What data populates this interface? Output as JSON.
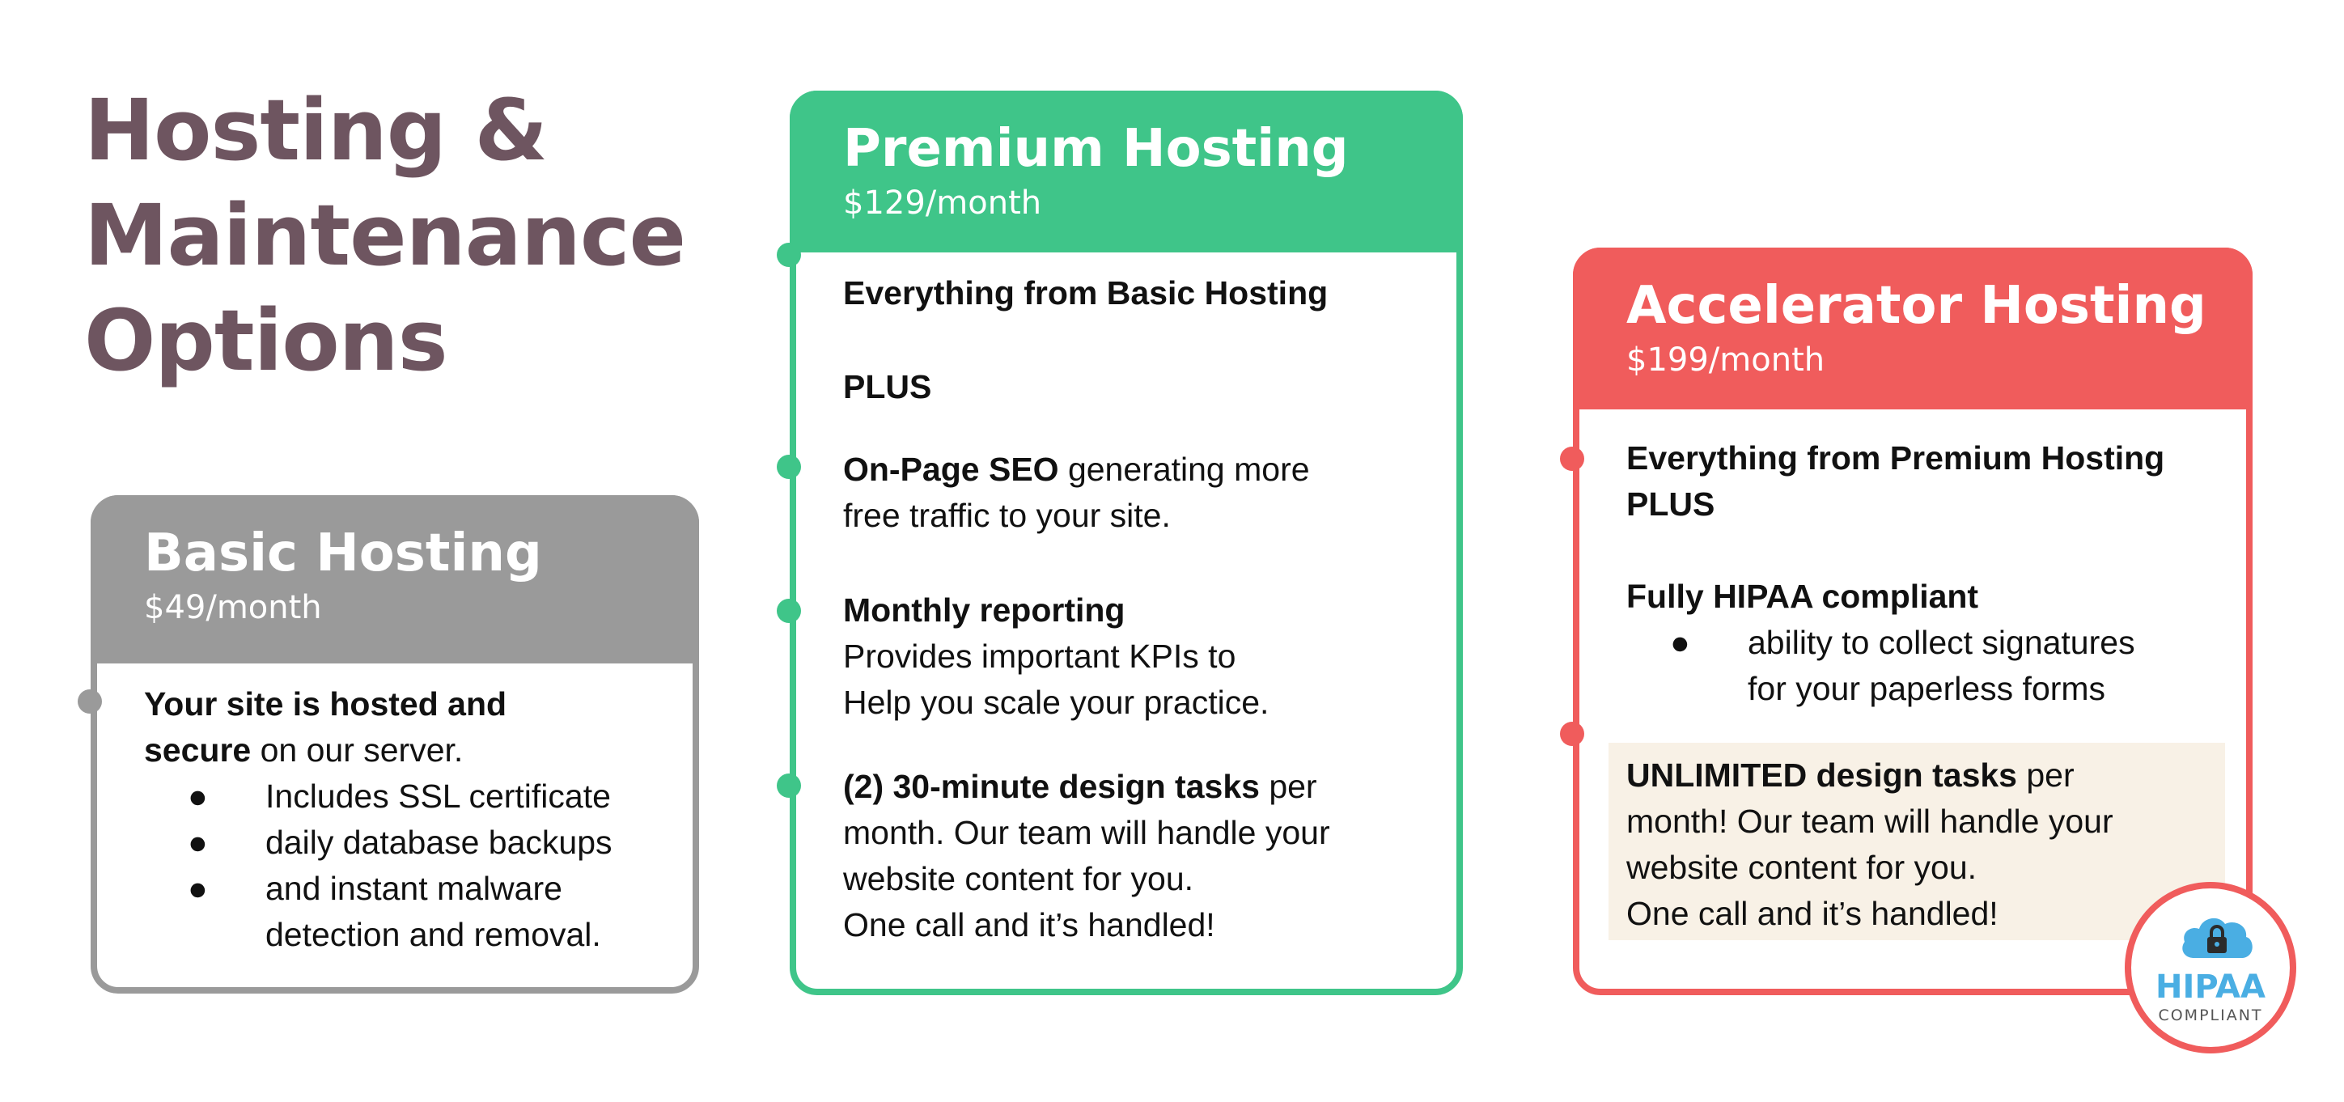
{
  "title": [
    "Hosting &",
    "Maintenance",
    "Options"
  ],
  "colors": {
    "title": "#6e5560",
    "basic": "#9a9a9a",
    "premium": "#3fc589",
    "accelerator": "#f05c5c",
    "note_bg": "#f8f1e6",
    "badge_text": "#4aaee3"
  },
  "basic": {
    "name": "Basic Hosting",
    "price": "$49/month",
    "line1_bold": "Your site is hosted and",
    "line2_bold": "secure",
    "line2_rest": " on our server.",
    "bullet": "●",
    "bullets": [
      "Includes SSL certificate",
      "daily database backups",
      "and instant malware",
      "detection and removal."
    ]
  },
  "premium": {
    "name": "Premium Hosting",
    "price": "$129/month",
    "everything": "Everything from Basic Hosting",
    "plus": "PLUS",
    "seo_bold": "On-Page SEO",
    "seo_rest": " generating more",
    "seo_line2": "free traffic to your site.",
    "report_bold": "Monthly reporting",
    "report_line2": "Provides important KPIs to",
    "report_line3": "Help you scale your practice.",
    "design_bold": "(2) 30-minute design tasks",
    "design_rest": " per",
    "design_line2": "month. Our team will handle your",
    "design_line3": "website content for you.",
    "design_line4": "One call and it’s handled!"
  },
  "accelerator": {
    "name": "Accelerator Hosting",
    "price": "$199/month",
    "everything": "Everything from Premium Hosting",
    "plus": "PLUS",
    "hipaa_bold": "Fully HIPAA compliant",
    "bullet": "●",
    "bullet_line1": "ability to collect signatures",
    "bullet_line2": "for your paperless forms",
    "unlimited_bold": "UNLIMITED design tasks",
    "unlimited_rest": " per",
    "unlimited_line2": "month! Our team will handle your",
    "unlimited_line3": "website content for you.",
    "unlimited_line4": "One call and it’s handled!"
  },
  "badge": {
    "icon": "cloud-lock-icon",
    "label": "HIPAA",
    "sublabel": "COMPLIANT"
  }
}
